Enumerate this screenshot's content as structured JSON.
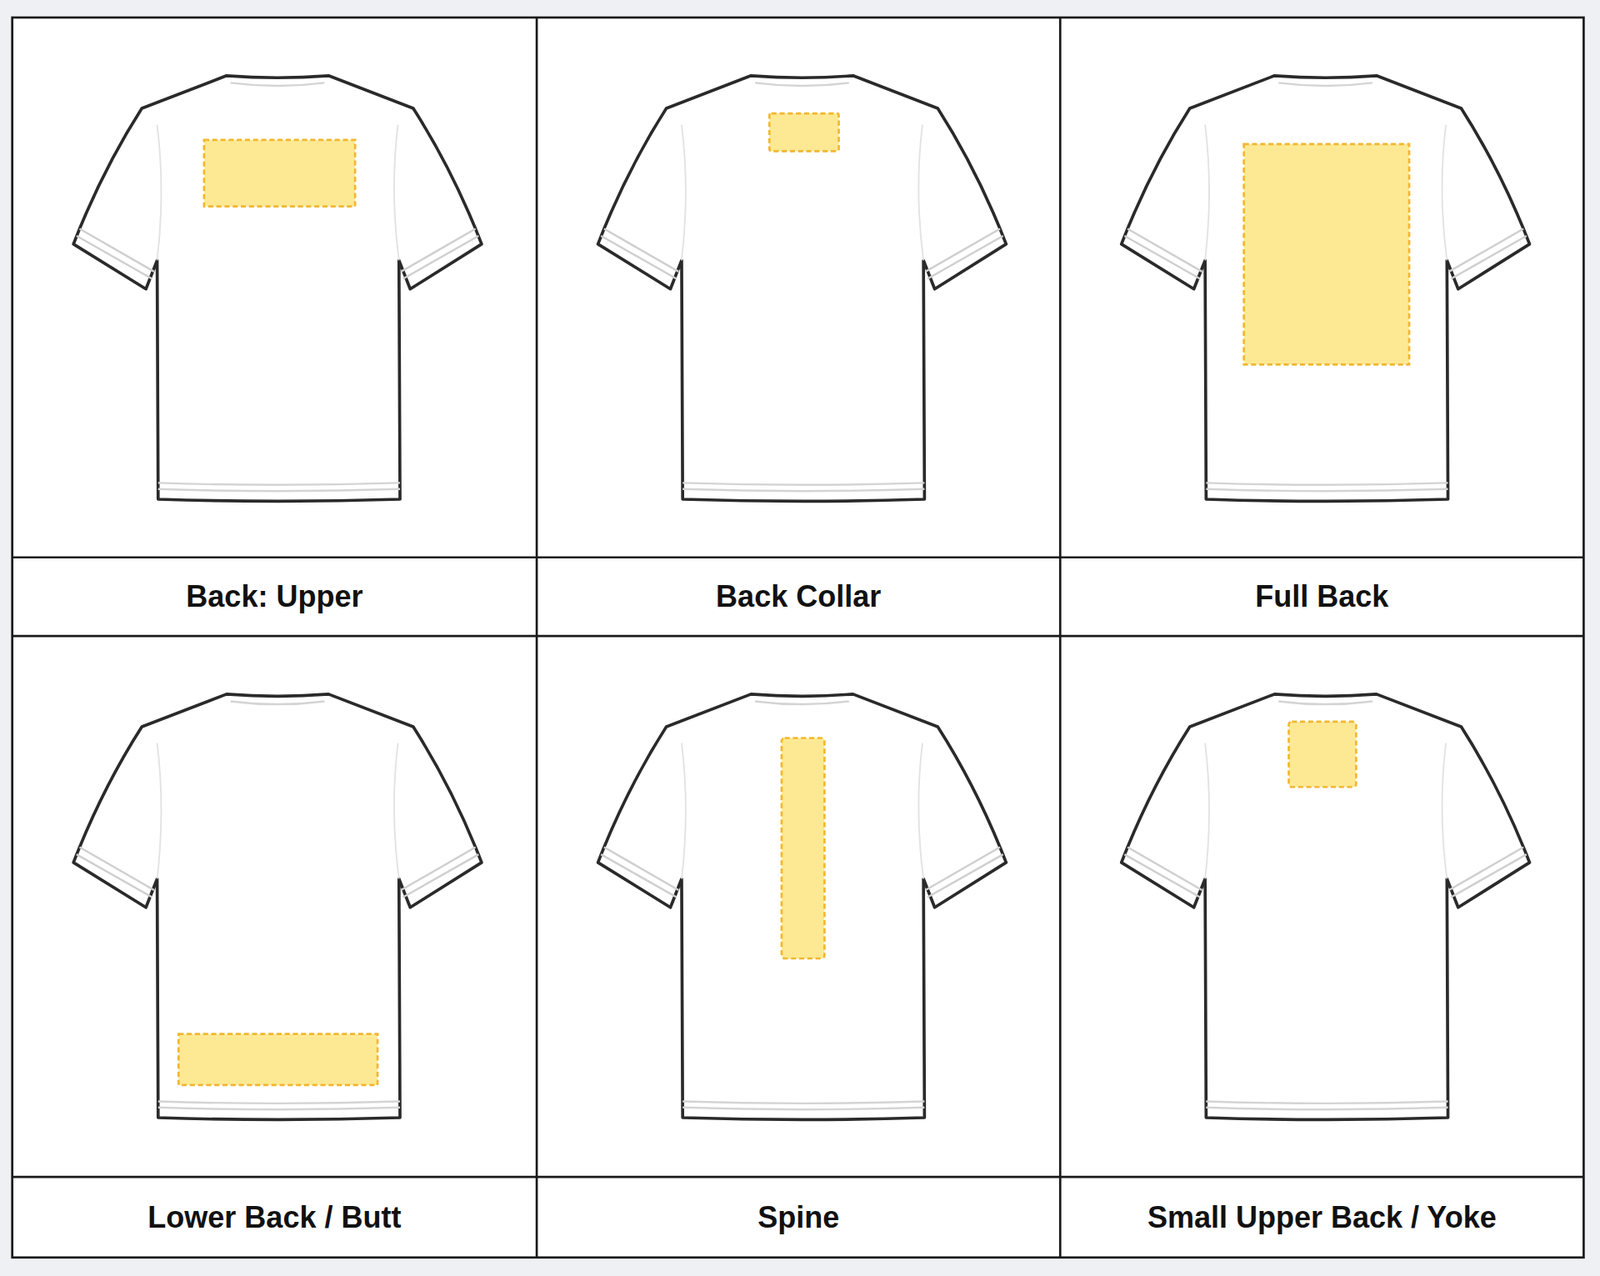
{
  "diagram": {
    "labels": [
      "Back: Upper",
      "Back Collar",
      "Full Back",
      "Lower Back / Butt",
      "Spine",
      "Small Upper Back / Yoke"
    ]
  }
}
